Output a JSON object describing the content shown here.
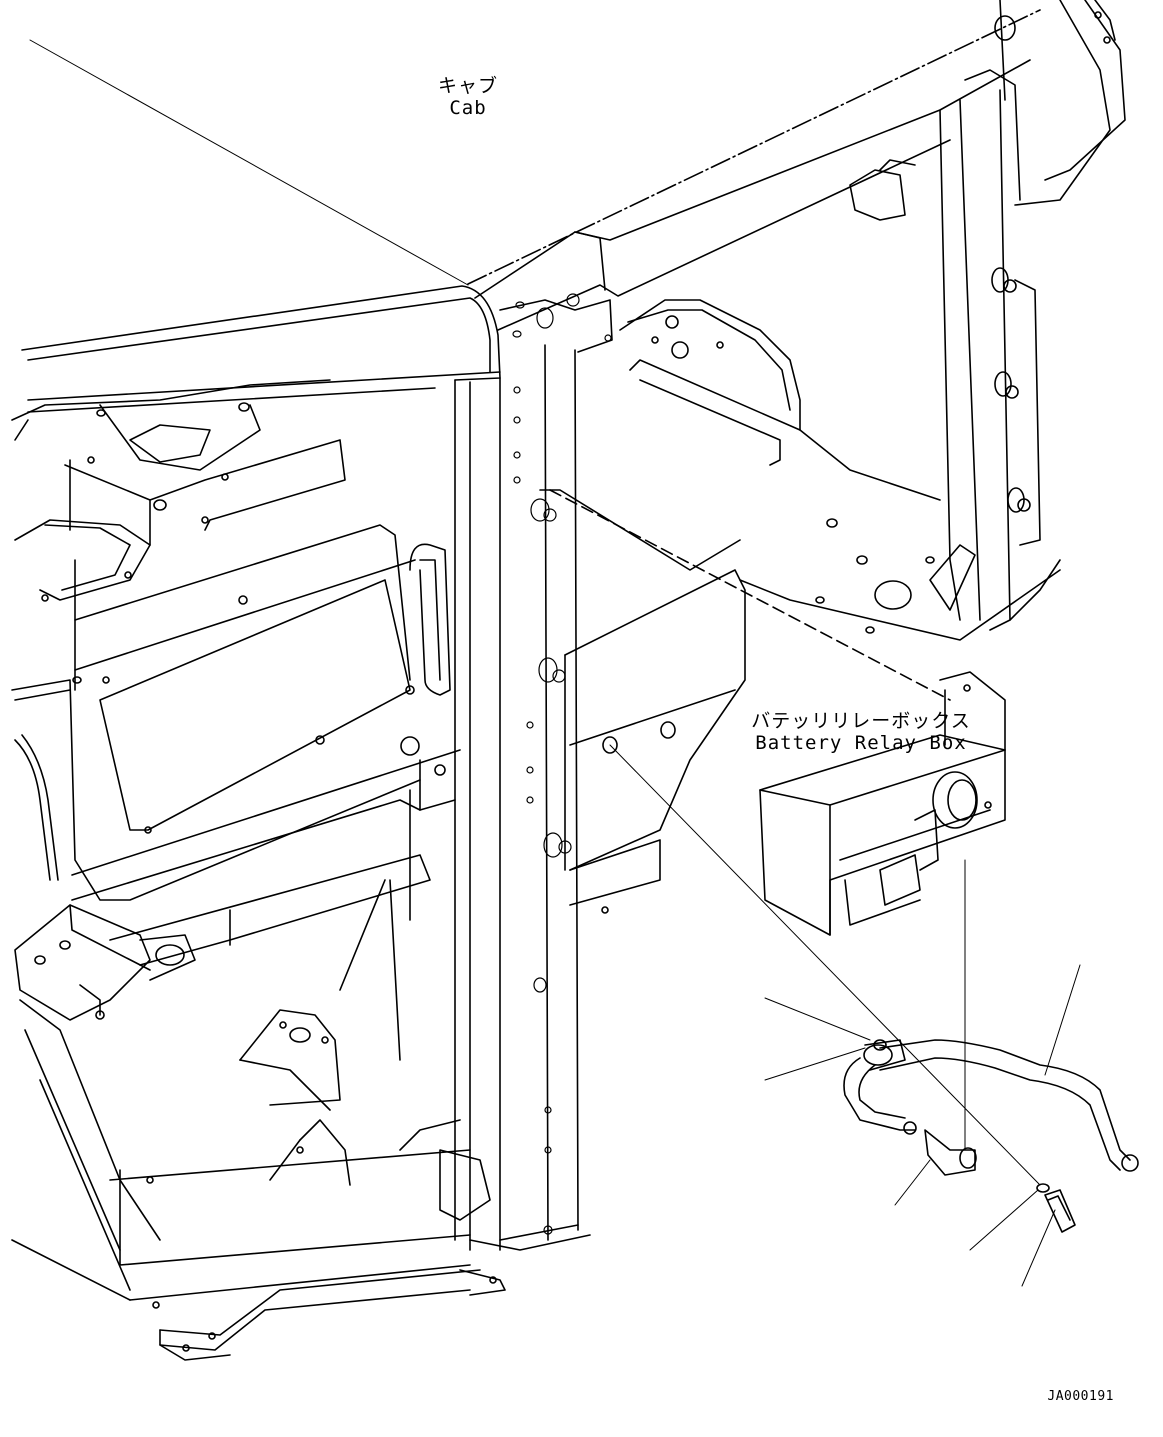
{
  "labels": {
    "cab_jp": "キャブ",
    "cab_en": "Cab",
    "relay_jp": "バテッリリレーボックス",
    "relay_en": "Battery Relay Box",
    "drawing_code": "JA000191"
  },
  "colors": {
    "line": "#000000",
    "background": "#ffffff"
  }
}
